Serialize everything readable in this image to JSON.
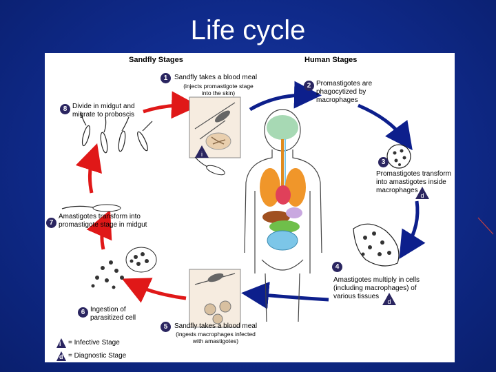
{
  "slide": {
    "title": "Life cycle"
  },
  "headers": {
    "sandfly": "Sandfly Stages",
    "human": "Human Stages"
  },
  "steps": [
    {
      "num": "1",
      "text": "Sandfly takes a blood meal",
      "sub": "(injects promastigote stage into the skin)"
    },
    {
      "num": "2",
      "text": "Promastigotes are phagocytized by macrophages"
    },
    {
      "num": "3",
      "text": "Promastigotes transform into amastigotes inside macrophages"
    },
    {
      "num": "4",
      "text": "Amastigotes multiply in cells (including macrophages) of various tissues"
    },
    {
      "num": "5",
      "text": "Sandfly takes a blood meal",
      "sub": "(ingests macrophages infected with amastigotes)"
    },
    {
      "num": "6",
      "text": "Ingestion of parasitized cell"
    },
    {
      "num": "7",
      "text": "Amastigotes transform into promastigote stage in midgut"
    },
    {
      "num": "8",
      "text": "Divide in midgut and migrate to proboscis"
    }
  ],
  "legend": {
    "infective_symbol": "i",
    "infective_label": "= Infective Stage",
    "diagnostic_symbol": "d",
    "diagnostic_label": "= Diagnostic Stage"
  },
  "colors": {
    "sandfly_arrow": "#e01818",
    "human_arrow": "#0d1f8c",
    "badge": "#2a2560"
  }
}
